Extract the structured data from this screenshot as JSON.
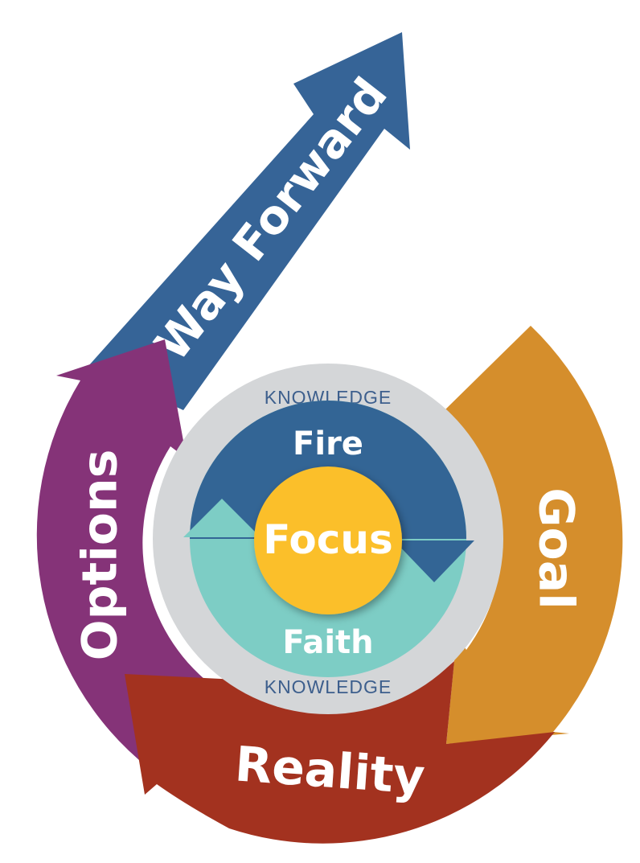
{
  "diagram": {
    "labels": {
      "way_forward": "Way Forward",
      "options": "Options",
      "goal": "Goal",
      "reality": "Reality",
      "fire": "Fire",
      "focus": "Focus",
      "faith": "Faith",
      "knowledge_top": "KNOWLEDGE",
      "knowledge_bottom": "KNOWLEDGE"
    },
    "colors": {
      "way_forward": "#366497",
      "options": "#853378",
      "goal": "#d58e2c",
      "reality": "#a3321f",
      "ring": "#d4d6d8",
      "fire": "#336595",
      "faith": "#7dcdc5",
      "focus": "#fbbf2b",
      "knowledge_text": "#3d5f8d"
    }
  }
}
